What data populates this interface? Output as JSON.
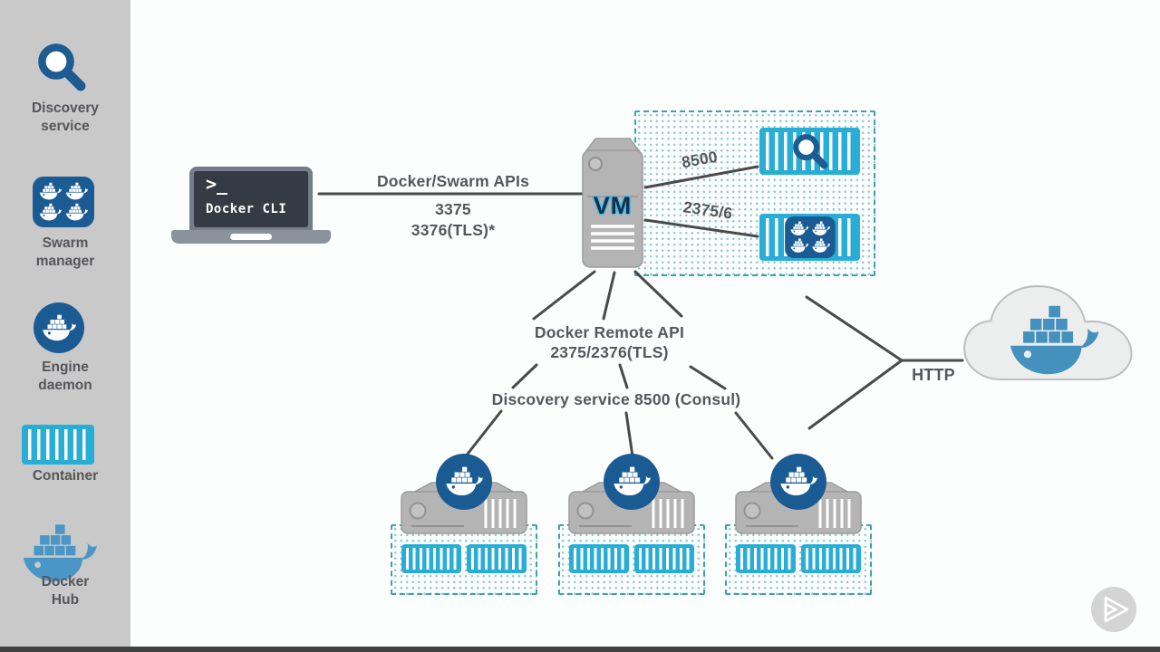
{
  "sidebar": {
    "items": [
      {
        "label": "Discovery\nservice",
        "icon": "magnifier-icon"
      },
      {
        "label": "Swarm\nmanager",
        "icon": "swarm-whales-icon"
      },
      {
        "label": "Engine\ndaemon",
        "icon": "docker-whale-icon"
      },
      {
        "label": "Container",
        "icon": "container-icon"
      },
      {
        "label": "Docker\nHub",
        "icon": "docker-hub-whale-icon"
      }
    ]
  },
  "diagram": {
    "cli": {
      "prompt": ">_",
      "label": "Docker CLI"
    },
    "vm": {
      "label": "VM"
    },
    "edges": {
      "cli_vm": {
        "title": "Docker/Swarm APIs",
        "port1": "3375",
        "port2": "3376(TLS)*"
      },
      "vm_discovery_container": {
        "port": "8500"
      },
      "vm_swarm_container": {
        "port": "2375/6"
      },
      "vm_nodes": {
        "api_line1": "Docker Remote API",
        "api_line2": "2375/2376(TLS)",
        "discovery": "Discovery service 8500 (Consul)"
      },
      "hub": {
        "protocol": "HTTP"
      }
    }
  },
  "player": {
    "play_icon": "double-play"
  },
  "colors": {
    "docker_dark_blue": "#1b5b94",
    "container_cyan": "#28aed6",
    "dashed_teal": "#38a1b2",
    "hub_whale_blue": "#4491bd",
    "text_gray": "#56575b",
    "line_gray": "#4a4a4a",
    "sidebar_gray": "#c9c9c9",
    "bottom_bar": "#414141"
  }
}
